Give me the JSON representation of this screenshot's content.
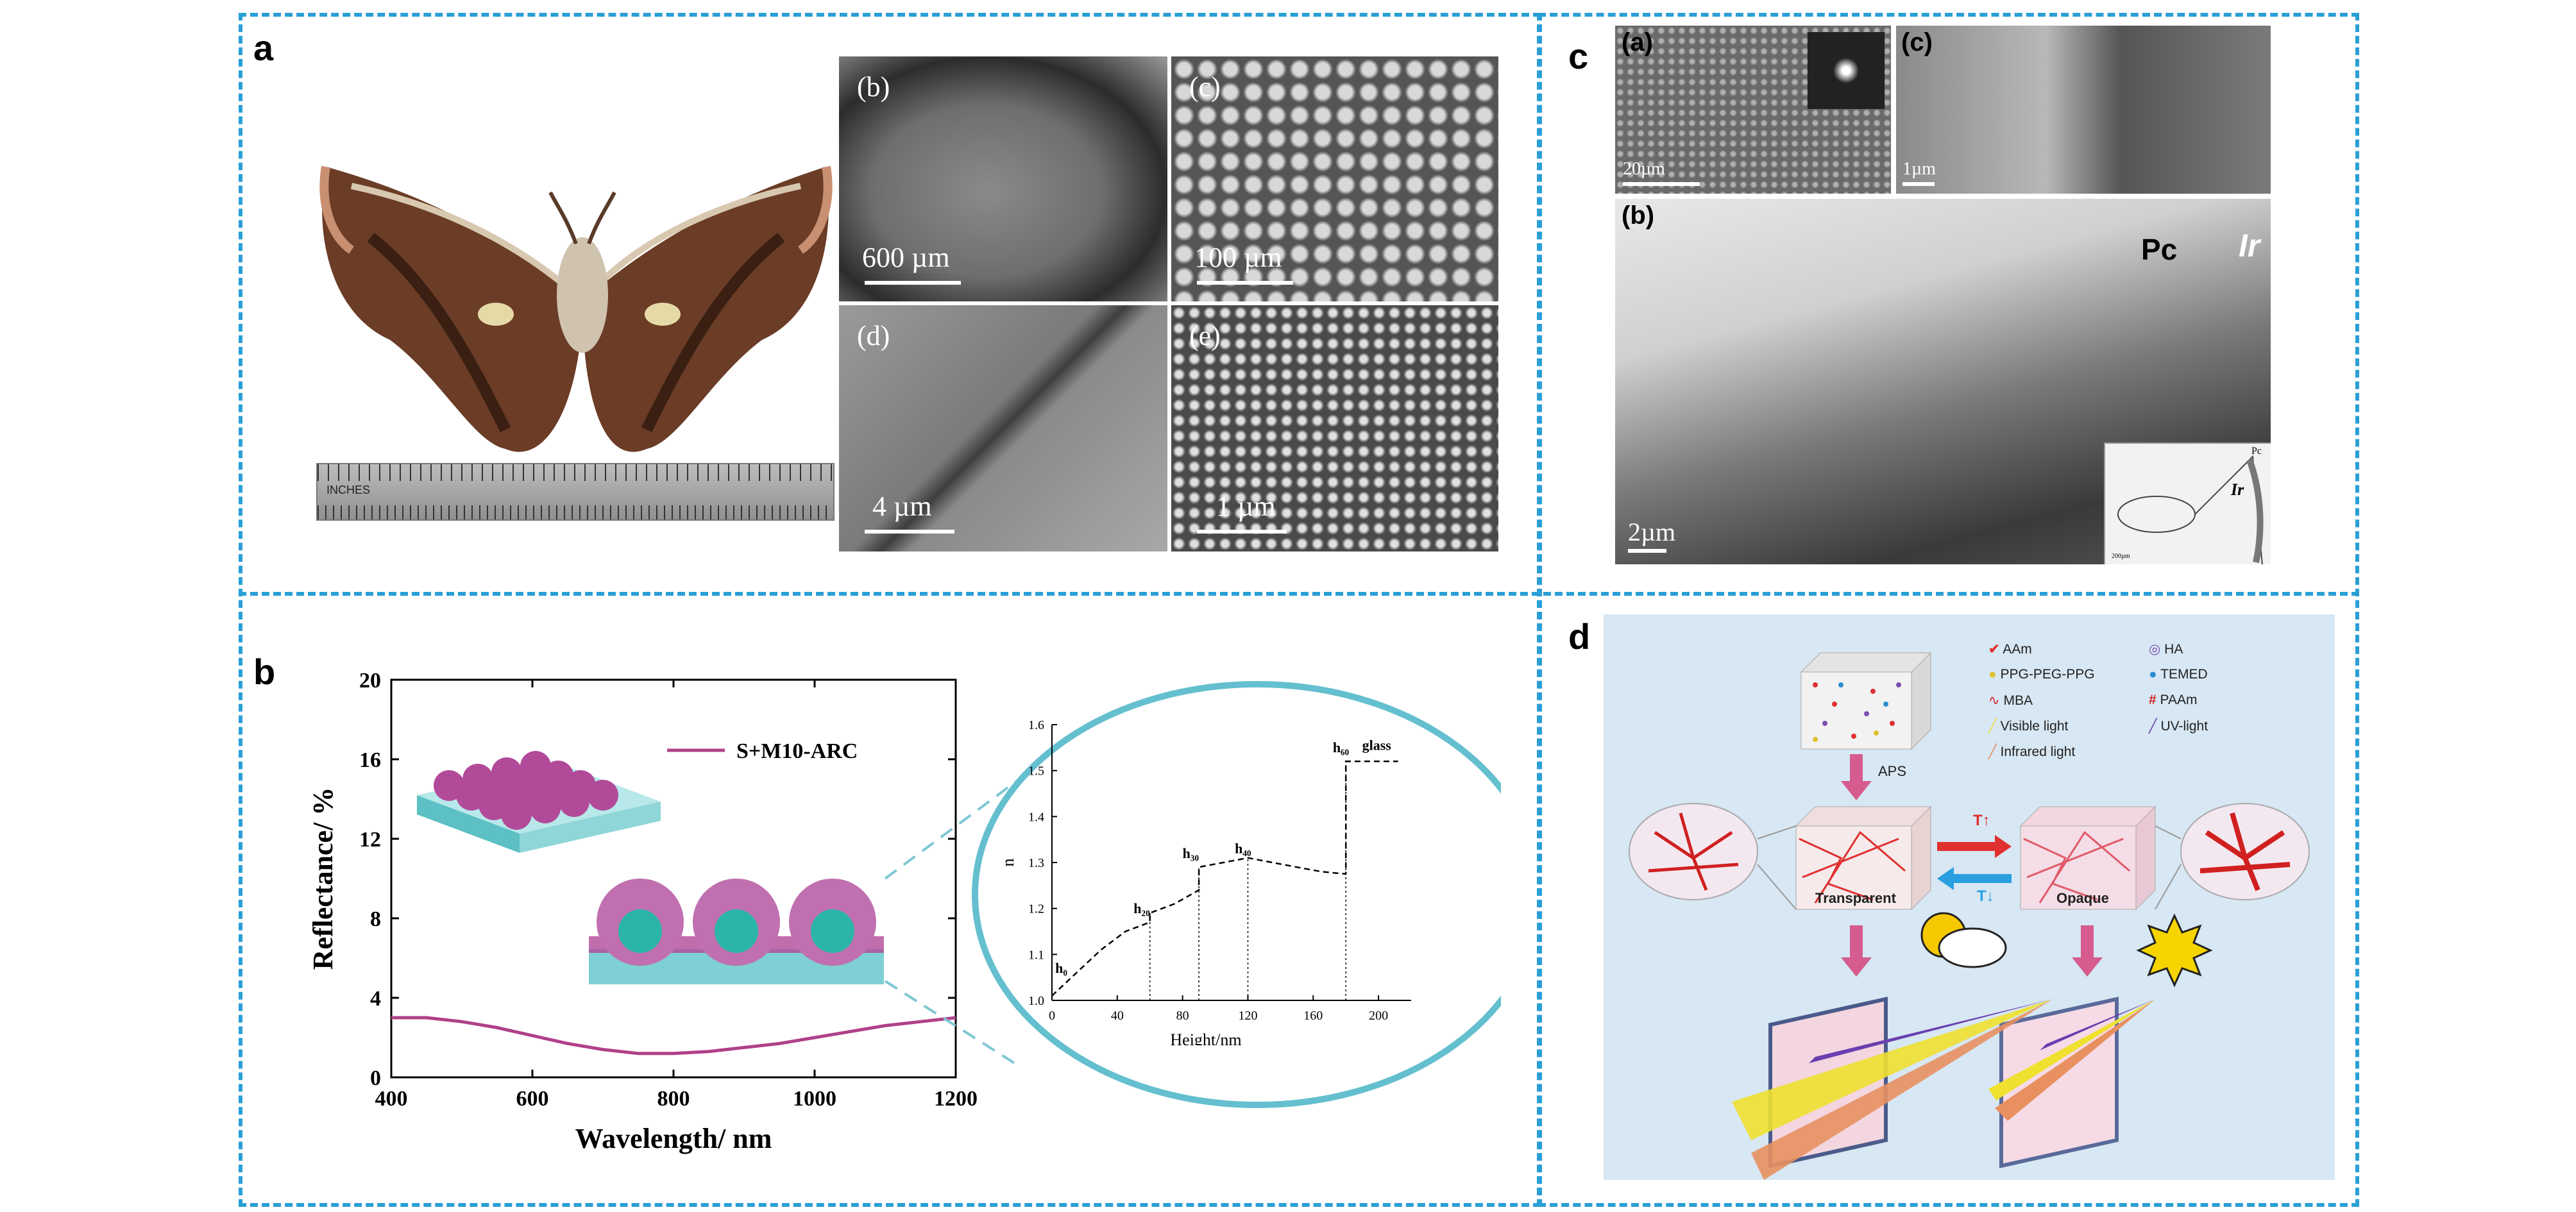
{
  "panels": {
    "a": "a",
    "b": "b",
    "c": "c",
    "d": "d"
  },
  "panel_a": {
    "sem_labels": [
      "(b)",
      "(c)",
      "(d)",
      "(e)"
    ],
    "scale_labels": [
      "600 µm",
      "100 µm",
      "4 µm",
      "1 µm"
    ],
    "ruler_text": "INCHES"
  },
  "panel_c": {
    "sub_labels": [
      "(a)",
      "(c)",
      "(b)"
    ],
    "scale_labels": [
      "20µm",
      "1µm",
      "2µm"
    ],
    "tags": [
      "Pc",
      "Ir"
    ],
    "inset_tags": [
      "Pc",
      "Ir"
    ],
    "inset_scale": "200µm"
  },
  "panel_d": {
    "legend": [
      {
        "label": "AAm",
        "color": "#e03030"
      },
      {
        "label": "HA",
        "color": "#7b4fb0"
      },
      {
        "label": "PPG-PEG-PPG",
        "color": "#e0c030"
      },
      {
        "label": "TEMED",
        "color": "#2a8fd0"
      },
      {
        "label": "MBA",
        "color": "#d02020"
      },
      {
        "label": "PAAm",
        "color": "#d02020"
      },
      {
        "label": "Visible light",
        "color": "#f0e040"
      },
      {
        "label": "UV-light",
        "color": "#6a3fb0"
      },
      {
        "label": "Infrared light",
        "color": "#e89060"
      }
    ],
    "aps": "APS",
    "transparent": "Transparent",
    "opaque": "Opaque",
    "t_up": "T↑",
    "t_down": "T↓"
  },
  "chart_data": [
    {
      "type": "line",
      "id": "reflectance",
      "xlabel": "Wavelength/ nm",
      "ylabel": "Reflectance/ %",
      "xlim": [
        400,
        1200
      ],
      "ylim": [
        0,
        20
      ],
      "xticks": [
        400,
        600,
        800,
        1000,
        1200
      ],
      "yticks": [
        0,
        4,
        8,
        12,
        16,
        20
      ],
      "series": [
        {
          "name": "S+M10-ARC",
          "color": "#b0408a",
          "x": [
            400,
            450,
            500,
            550,
            600,
            650,
            700,
            750,
            800,
            850,
            900,
            950,
            1000,
            1050,
            1100,
            1150,
            1200
          ],
          "y": [
            3.0,
            3.0,
            2.8,
            2.5,
            2.1,
            1.7,
            1.4,
            1.2,
            1.2,
            1.3,
            1.5,
            1.7,
            2.0,
            2.3,
            2.6,
            2.8,
            3.0
          ]
        }
      ],
      "grid": false,
      "legend": "top-right"
    },
    {
      "type": "line",
      "id": "index_profile",
      "xlabel": "Height/nm",
      "ylabel": "n",
      "xlim": [
        0,
        220
      ],
      "ylim": [
        1.0,
        1.6
      ],
      "xticks": [
        0,
        40,
        80,
        120,
        160,
        200
      ],
      "yticks": [
        1.0,
        1.1,
        1.2,
        1.3,
        1.4,
        1.5,
        1.6
      ],
      "series": [
        {
          "name": "",
          "style": "dashed",
          "x": [
            0,
            15,
            30,
            45,
            60,
            60,
            75,
            90,
            90,
            105,
            120,
            135,
            150,
            165,
            180,
            180,
            200,
            212
          ],
          "y": [
            1.01,
            1.06,
            1.11,
            1.15,
            1.17,
            1.19,
            1.21,
            1.24,
            1.29,
            1.3,
            1.31,
            1.3,
            1.29,
            1.28,
            1.275,
            1.52,
            1.52,
            1.52
          ]
        }
      ],
      "annotations": [
        {
          "text": "h₀",
          "x": 2,
          "y": 1.06
        },
        {
          "text": "h₂₀",
          "x": 50,
          "y": 1.19
        },
        {
          "text": "h₃₀",
          "x": 80,
          "y": 1.31
        },
        {
          "text": "h₄₀",
          "x": 112,
          "y": 1.32
        },
        {
          "text": "h₆₀",
          "x": 172,
          "y": 1.54
        },
        {
          "text": "glass",
          "x": 190,
          "y": 1.545
        }
      ],
      "vlines": [
        60,
        90,
        120,
        180
      ]
    }
  ]
}
